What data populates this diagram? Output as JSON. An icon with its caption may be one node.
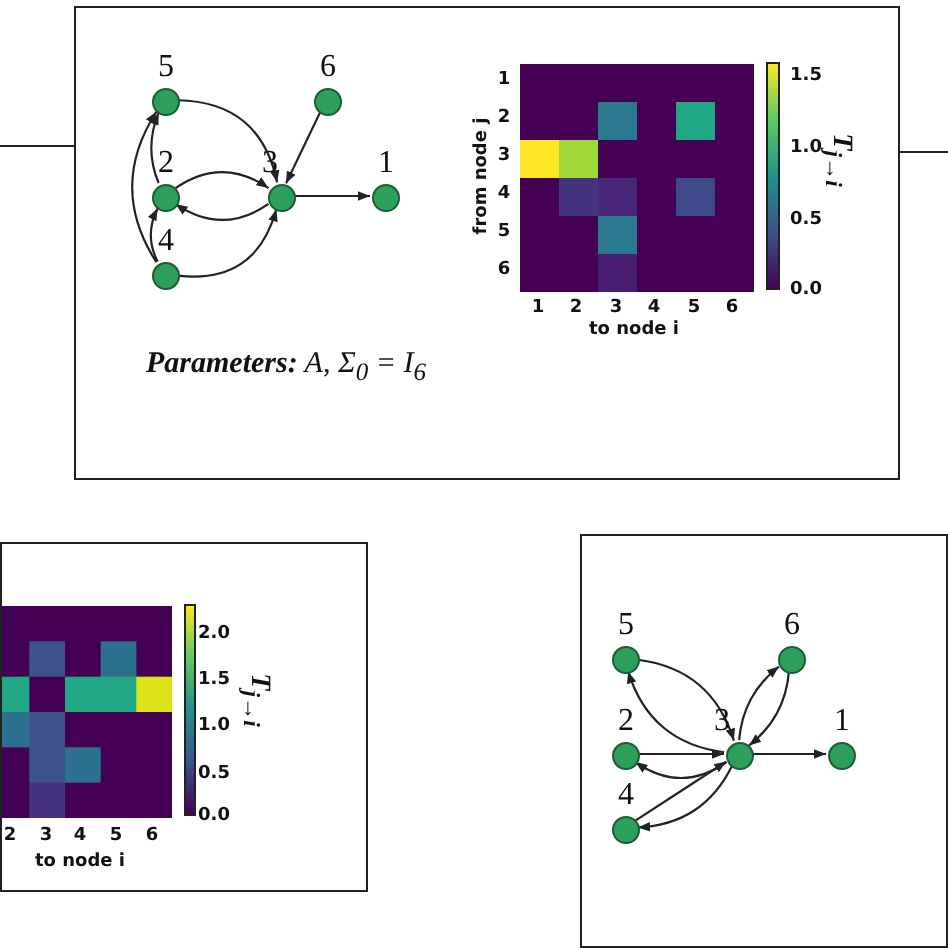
{
  "diagram": {
    "nodes": [
      {
        "text": [],
        "shape": "box"
      },
      {
        "text": [
          "5"
        ],
        "in": 0
      },
      {
        "text": [
          "6"
        ],
        "in": 0
      },
      {
        "text": [
          "2"
        ],
        "in": 0
      },
      {
        "text": [
          "3"
        ],
        "in": 0
      },
      {
        "text": [
          "1"
        ],
        "in": 0
      },
      {
        "text": [
          "4"
        ],
        "in": 0
      },
      {
        "text": [],
        "shape": "picture",
        "in": 0
      },
      {
        "text": [],
        "shape": "box"
      },
      {
        "text": [],
        "shape": "picture",
        "in": 8
      },
      {
        "text": [],
        "shape": "box"
      },
      {
        "text": [
          "5"
        ],
        "in": 10
      },
      {
        "text": [
          "6"
        ],
        "in": 10
      },
      {
        "text": [
          "2"
        ],
        "in": 10
      },
      {
        "text": [
          "3"
        ],
        "in": 10
      },
      {
        "text": [
          "1"
        ],
        "in": 10
      },
      {
        "text": [
          "4"
        ],
        "in": 10
      }
    ],
    "edges": [
      {
        "from": 3,
        "to": 4,
        "arrow": "to"
      },
      {
        "from": 3,
        "to": 1,
        "arrow": "to"
      },
      {
        "from": 4,
        "to": 5,
        "arrow": "to"
      },
      {
        "from": 4,
        "to": 3,
        "arrow": "to"
      },
      {
        "from": 6,
        "to": 3,
        "arrow": "to"
      },
      {
        "from": 6,
        "to": 4,
        "arrow": "to"
      },
      {
        "from": 6,
        "to": 1,
        "arrow": "to"
      },
      {
        "from": 1,
        "to": 4,
        "arrow": "to"
      },
      {
        "from": 2,
        "to": 4,
        "arrow": "to"
      },
      {
        "from": 11,
        "to": 14,
        "arrow": "to"
      },
      {
        "from": 14,
        "to": 11,
        "arrow": "to"
      },
      {
        "from": 13,
        "to": 14,
        "arrow": "to"
      },
      {
        "from": 14,
        "to": 13,
        "arrow": "to"
      },
      {
        "from": 16,
        "to": 14,
        "arrow": "to"
      },
      {
        "from": 14,
        "to": 16,
        "arrow": "to"
      },
      {
        "from": 12,
        "to": 14,
        "arrow": "to"
      },
      {
        "from": 14,
        "to": 12,
        "arrow": "to"
      },
      {
        "from": 14,
        "to": 15,
        "arrow": "to"
      },
      {
        "from": null,
        "to": 0,
        "arrow": "none"
      },
      {
        "from": 0,
        "to": null,
        "arrow": "none"
      }
    ],
    "labels": [
      "1",
      "2",
      "3",
      "4",
      "5",
      "6",
      "from node j",
      "1.5",
      "1.0",
      "0.5",
      "0.0",
      "T$_{j→i}$",
      "1",
      "2",
      "3",
      "4",
      "5",
      "6",
      "to node i",
      "**Parameters:** A, Σ$_{0}$ = I$_{6}$",
      "2.0",
      "1.5",
      "1.0",
      "0.5",
      "0.0",
      "T$_{j→i}$",
      "2",
      "3",
      "4",
      "5",
      "6",
      "to node i"
    ]
  }
}
